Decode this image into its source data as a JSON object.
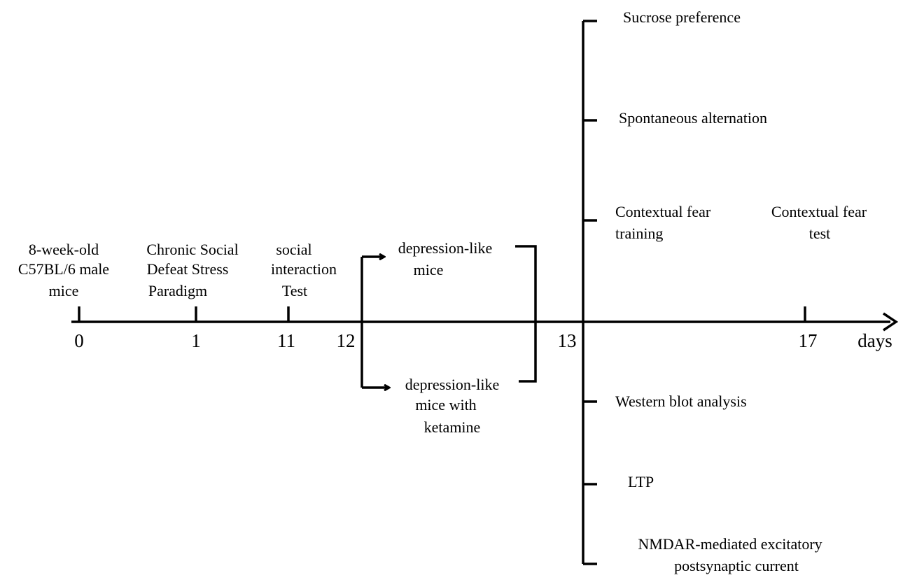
{
  "axis": {
    "unit": "days",
    "ticks": [
      "0",
      "1",
      "11",
      "12",
      "13",
      "17"
    ]
  },
  "events": {
    "start": [
      "8-week-old",
      "C57BL/6 male",
      "mice"
    ],
    "csds": [
      "Chronic Social",
      "Defeat Stress",
      "Paradigm"
    ],
    "si": [
      "social",
      "interaction",
      "Test"
    ]
  },
  "groups": {
    "upper": [
      "depression-like",
      "mice"
    ],
    "lower": [
      "depression-like",
      "mice  with",
      "ketamine"
    ]
  },
  "day13_tests": {
    "upper": [
      [
        "Sucrose preference"
      ],
      [
        "Spontaneous alternation"
      ],
      [
        "Contextual fear",
        "training"
      ]
    ],
    "lower": [
      [
        "Western blot analysis"
      ],
      [
        "LTP"
      ],
      [
        "NMDAR-mediated excitatory",
        "postsynaptic current"
      ]
    ]
  },
  "day17_test": [
    "Contextual fear",
    "test"
  ]
}
